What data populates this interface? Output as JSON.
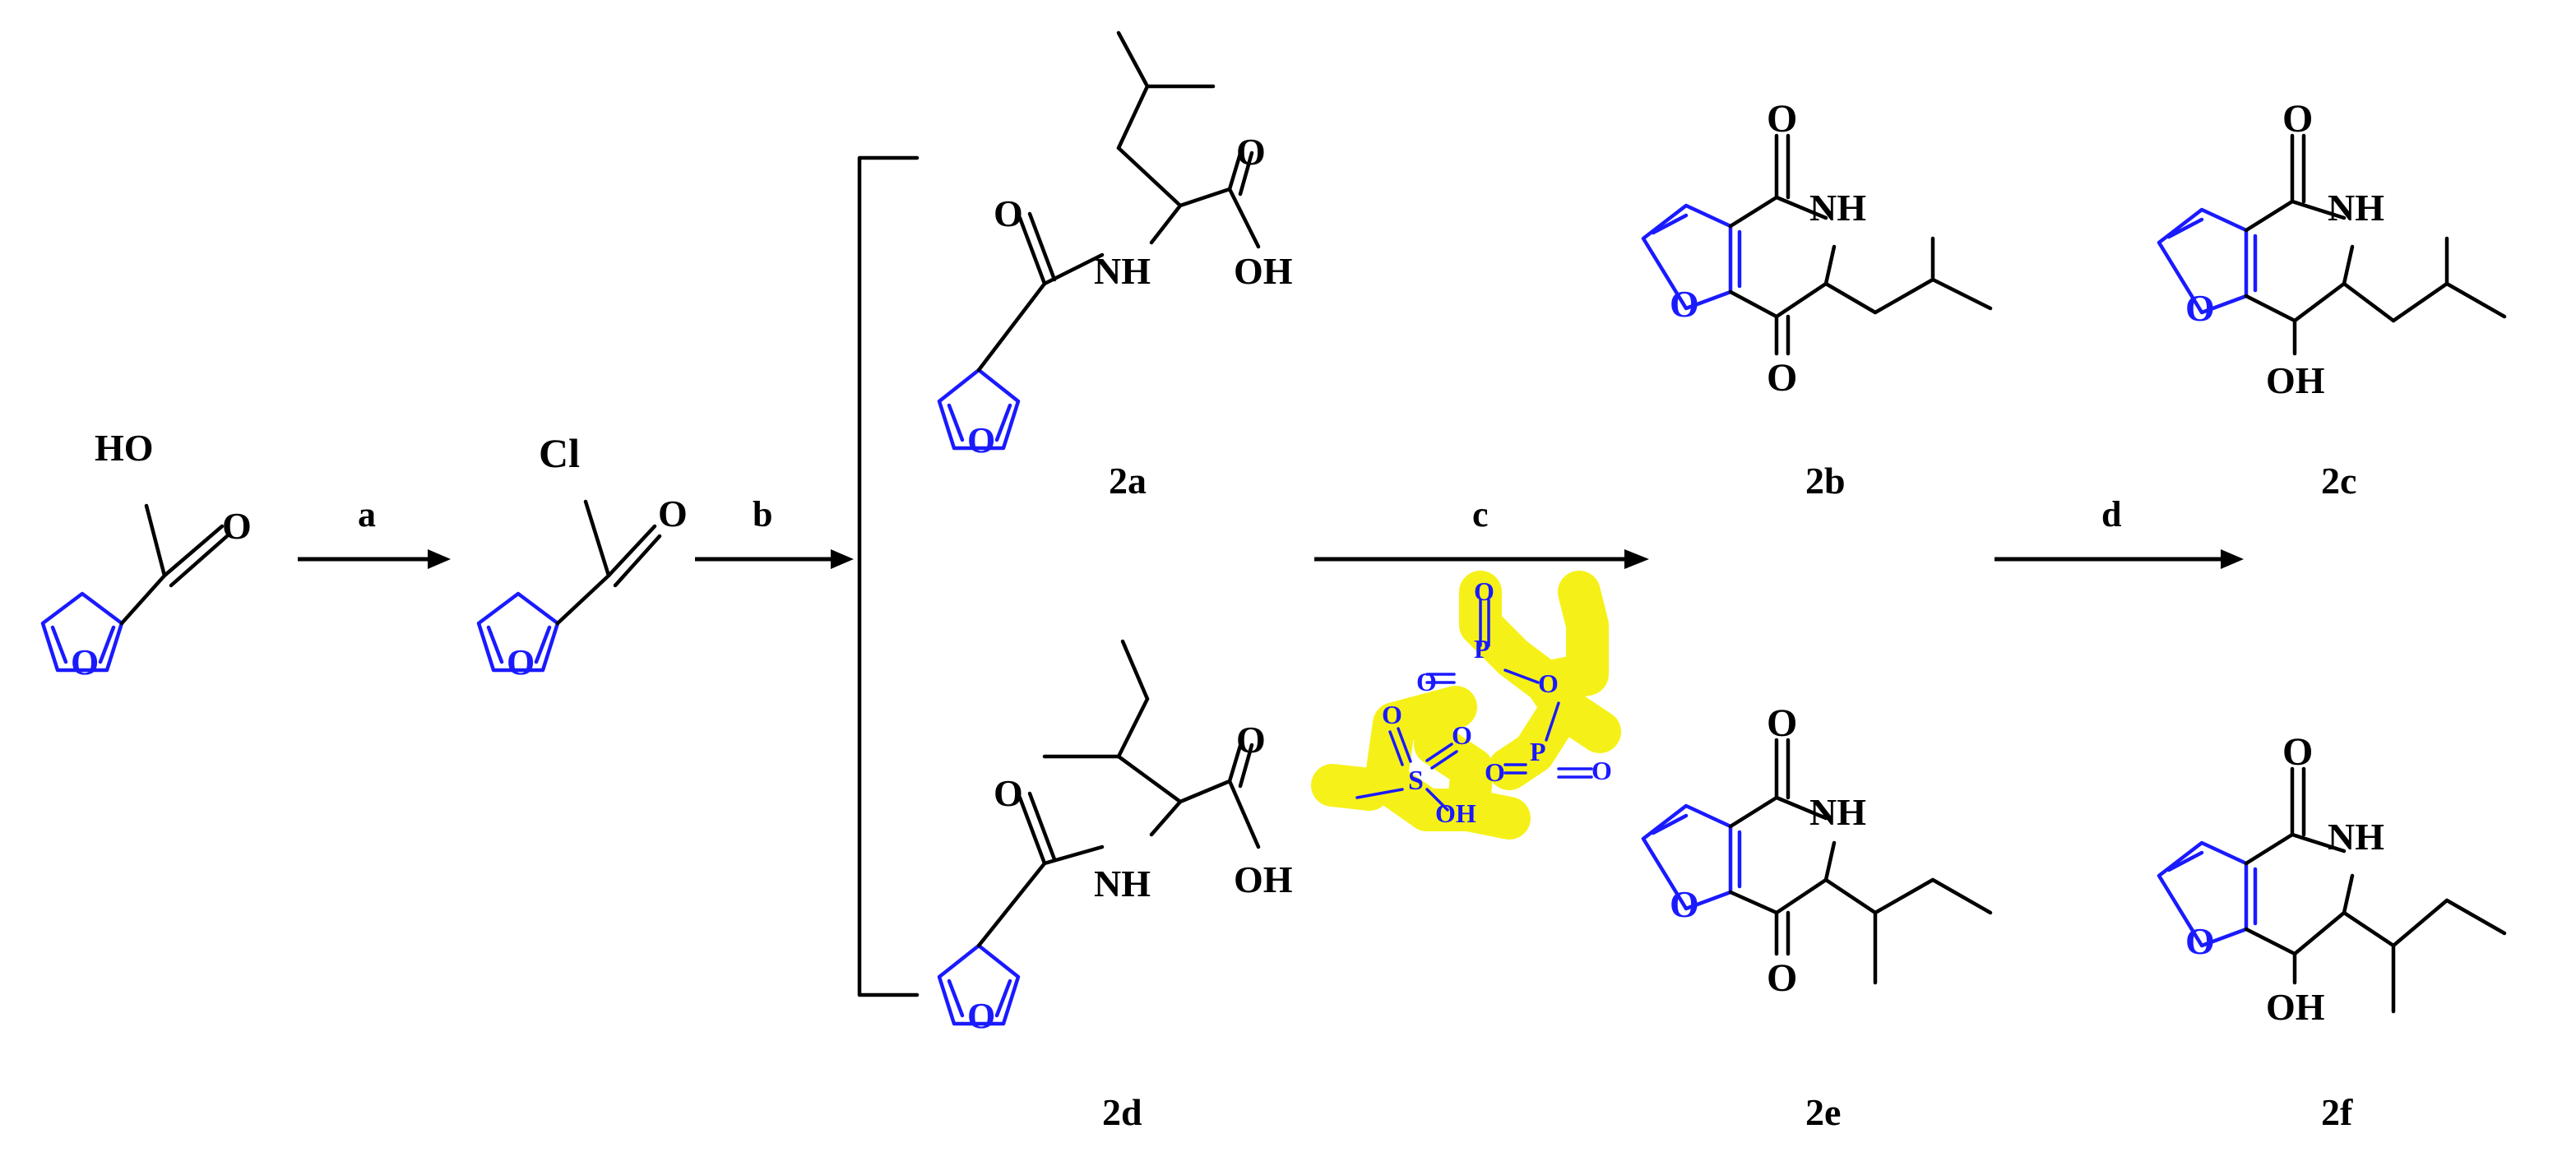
{
  "colors": {
    "heteroatom_ring": "#1a1aff",
    "highlight": "#f5f000",
    "bonds": "#000000"
  },
  "reagents": {
    "a": "a",
    "b": "b",
    "c": "c",
    "d": "d"
  },
  "compounds": {
    "label_2a": "2a",
    "label_2b": "2b",
    "label_2c": "2c",
    "label_2d": "2d",
    "label_2e": "2e",
    "label_2f": "2f"
  },
  "atoms": {
    "ho": "HO",
    "oh": "OH",
    "o": "O",
    "cl": "Cl",
    "nh": "NH",
    "p": "P",
    "s": "S"
  }
}
